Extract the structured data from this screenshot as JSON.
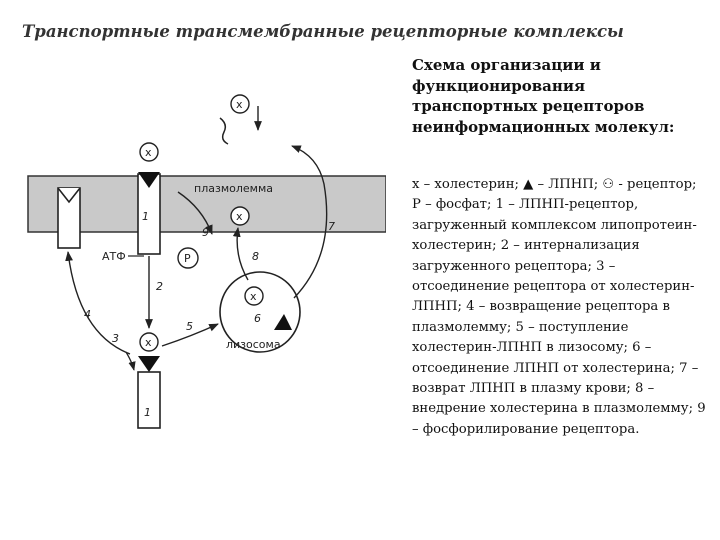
{
  "title": "Транспортные трансмембранные рецепторные комплексы",
  "heading": "Схема организации и функционирования транспортных рецепторов неинформационных молекул:",
  "legend": "х – холестерин; ▲ – ЛПНП; ⚇ - рецептор; Р – фосфат; 1 – ЛПНП-рецептор, загруженный комплексом липопротеин-холестерин; 2 – интернализация загруженного рецептора; 3 – отсоединение рецептора от холестерин-ЛПНП; 4 – возвращение рецептора в плазмолемму; 5 – поступление холестерин-ЛПНП в лизосому; 6 – отсоединение ЛПНП от холестерина; 7 – возврат ЛПНП в плазму крови; 8 – внедрение холестерина в плазмолемму; 9 – фосфорилирование рецептора.",
  "diagram": {
    "plasmolemma": "плазмолемма",
    "lysosome": "лизосома",
    "atp": "АТФ",
    "phosphate": "Р",
    "cholesterol": "х",
    "steps": [
      "1",
      "2",
      "3",
      "4",
      "5",
      "6",
      "7",
      "8",
      "9",
      "1"
    ]
  }
}
